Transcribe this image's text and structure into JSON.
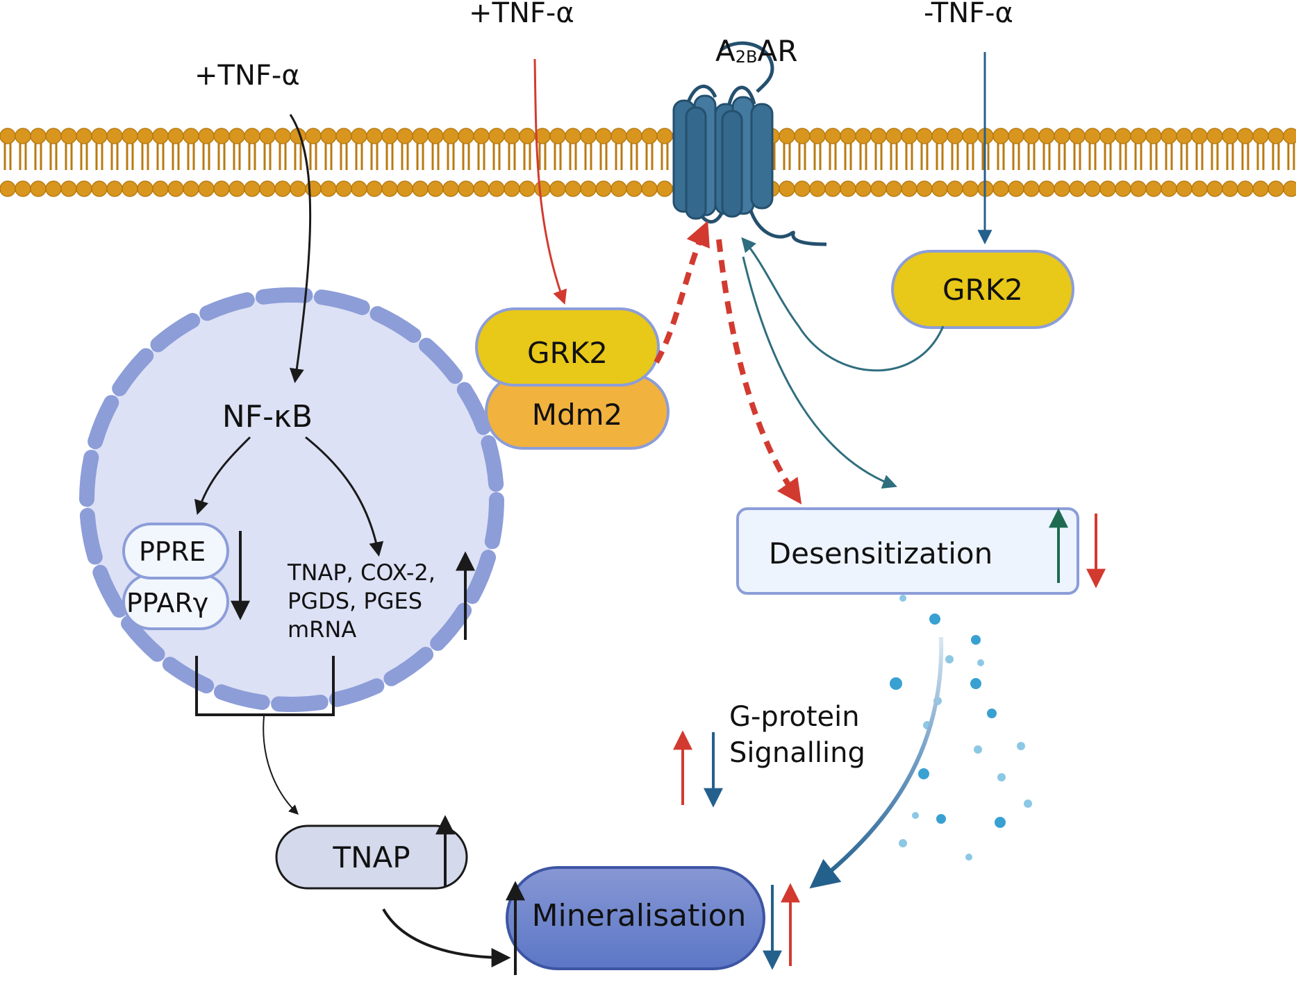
{
  "labels": {
    "tnf_left": "+TNF-α",
    "tnf_center": "+TNF-α",
    "tnf_right": "-TNF-α",
    "receptor_main": "A",
    "receptor_sub": "2B",
    "receptor_suffix": "AR",
    "grk2_center": "GRK2",
    "mdm2": "Mdm2",
    "grk2_right": "GRK2",
    "nfkb": "NF-κB",
    "ppre": "PPRE",
    "ppar": "PPARγ",
    "mrna_line1": "TNAP, COX-2,",
    "mrna_line2": "PGDS, PGES",
    "mrna_line3": "mRNA",
    "desensitization": "Desensitization",
    "gprotein_line1": "G-protein",
    "gprotein_line2": "Signalling",
    "tnap": "TNAP",
    "mineralisation": "Mineralisation"
  },
  "colors": {
    "membrane": "#D9961F",
    "membrane_dark": "#B87A12",
    "receptor": "#3A6F94",
    "receptor_dark": "#24506E",
    "grk2": "#E8C818",
    "mdm2": "#F2B23E",
    "nucleus_fill": "#DDE1F5",
    "nucleus_border": "#8C9DD8",
    "desens_fill": "#EEF4FD",
    "tnap_fill": "#D4D9EC",
    "mineral_fill": "#6F86CC",
    "red": "#D23A30",
    "blue": "#24608C",
    "teal": "#2F6E7E",
    "green": "#1E6B52",
    "black": "#1A1A1A",
    "dots": "#2E9BD0"
  }
}
